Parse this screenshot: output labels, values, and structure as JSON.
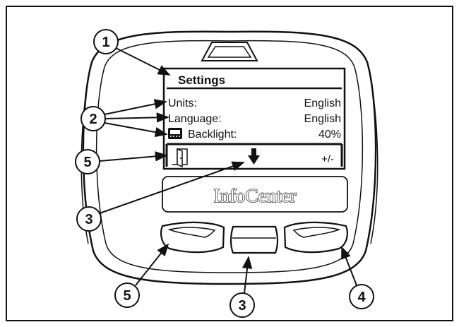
{
  "screen": {
    "title": "Settings",
    "rows": [
      {
        "label": "Units:",
        "value": "English"
      },
      {
        "label": "Language:",
        "value": "English"
      },
      {
        "label": "Backlight:",
        "value": "40%"
      }
    ],
    "softkeys": {
      "left_icon": "exit-door-icon",
      "center_icon": "down-arrow-icon",
      "right_label": "+/-"
    }
  },
  "brand_label": "InfoCenter",
  "callouts": [
    "1",
    "2",
    "3",
    "5",
    "5",
    "3",
    "4"
  ]
}
